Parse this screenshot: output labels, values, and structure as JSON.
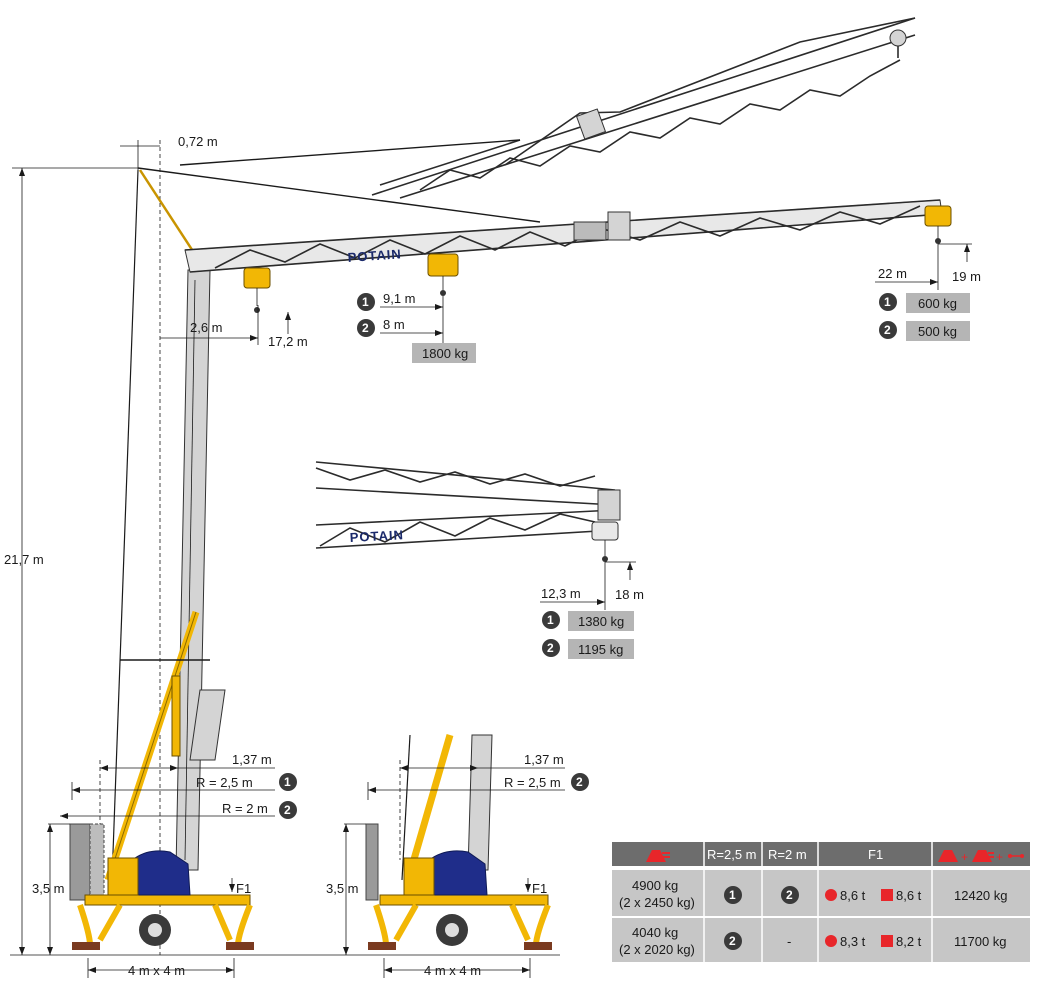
{
  "dimensions": {
    "top_offset": "0,72 m",
    "total_height": "21,7 m",
    "base_offset": "2,6 m",
    "low_hook_height": "17,2 m",
    "outrigger_span_left": "4 m x 4 m",
    "outrigger_span_right": "4 m x 4 m",
    "counterweight_height_left": "3,5 m",
    "counterweight_height_right": "3,5 m",
    "ballast_left_1": "1,37 m",
    "ballast_left_r1": "R = 2,5 m",
    "ballast_left_r2": "R = 2 m",
    "ballast_right_1": "1,37 m",
    "ballast_right_r1": "R = 2,5 m",
    "force_label_left": "F1",
    "force_label_right": "F1"
  },
  "brand": {
    "jib_logo_main": "POTAIN",
    "jib_logo_inset": "POTAIN"
  },
  "mid_hook": {
    "radius_1": "9,1 m",
    "radius_2": "8 m",
    "load": "1800 kg"
  },
  "tip_hook": {
    "radius": "22 m",
    "height": "19 m",
    "load_1": "600 kg",
    "load_2": "500 kg"
  },
  "inset_hook": {
    "radius": "12,3 m",
    "height": "18 m",
    "load_1": "1380 kg",
    "load_2": "1195 kg"
  },
  "markers": {
    "one": "1",
    "two": "2"
  },
  "table": {
    "headers": [
      "",
      "R=2,5 m",
      "R=2 m",
      "F1",
      ""
    ],
    "rows": [
      {
        "ballast": "4900 kg",
        "ballast_split": "(2 x 2450 kg)",
        "r25": "1",
        "r2": "2",
        "f1_round": "8,6 t",
        "f1_square": "8,6 t",
        "total": "12420 kg"
      },
      {
        "ballast": "4040 kg",
        "ballast_split": "(2 x 2020 kg)",
        "r25": "2",
        "r2": "-",
        "f1_round": "8,3 t",
        "f1_square": "8,2 t",
        "total": "11700 kg"
      }
    ]
  },
  "colors": {
    "accent_red": "#e8262a",
    "crane_yellow": "#f2b705",
    "cab_blue": "#1f2d8a",
    "table_header": "#6d6d6d",
    "table_row": "#c6c6c6"
  }
}
